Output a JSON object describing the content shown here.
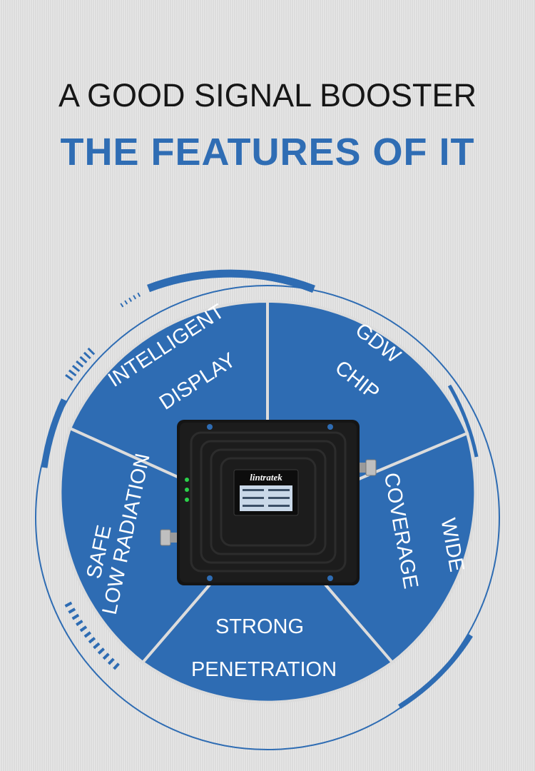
{
  "header": {
    "line1": "A GOOD SIGNAL BOOSTER",
    "line2": "THE FEATURES OF IT"
  },
  "features": {
    "intelligent_display": [
      "INTELLIGENT",
      "DISPLAY"
    ],
    "gdw_chip": [
      "GDW",
      "CHIP"
    ],
    "wide_coverage": [
      "WIDE",
      "COVERAGE"
    ],
    "strong_penetration": [
      "STRONG",
      "PENETRATION"
    ],
    "safe_low_radiation": [
      "SAFE",
      "LOW RADIATION"
    ]
  },
  "device": {
    "brand": "lintratek"
  },
  "colors": {
    "accent_blue": "#2f6db4",
    "pie_blue": "#2e6cb3",
    "background": "#dcdcdc",
    "device_black": "#141414"
  }
}
